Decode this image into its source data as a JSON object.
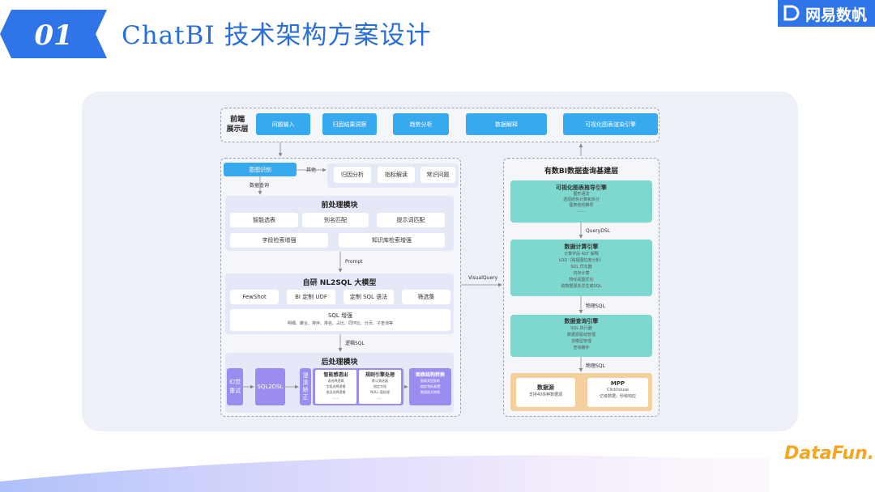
{
  "header": {
    "number": "01",
    "title": "ChatBI 技术架构方案设计",
    "brand": "网易数帆"
  },
  "frontend": {
    "label": "前端\n展示层",
    "buttons": [
      "问题输入",
      "归因结果洞察",
      "趋势分析",
      "数据解释",
      "可视化图表渲染引擎"
    ]
  },
  "intent": {
    "label": "意图识别",
    "other_label": "其他",
    "other_items": [
      "归因分析",
      "指标解读",
      "常识问题"
    ],
    "data_query_label": "数据查询"
  },
  "preprocess": {
    "title": "前处理模块",
    "row1": [
      "智能选表",
      "别名匹配",
      "提示词匹配"
    ],
    "row2": [
      "字段检索增强",
      "知识库检索增强"
    ],
    "prompt_label": "Prompt"
  },
  "model": {
    "title": "自研 NL2SQL 大模型",
    "row": [
      "FewShot",
      "BI 定制 UDF",
      "定制 SQL 语法",
      "筛选集"
    ],
    "sql_enh_title": "SQL 增强",
    "sql_enh_detail": "明细、聚合、排序、排名、占比、同环比、分页、子查询等",
    "logic_sql_label": "逻辑SQL"
  },
  "postprocess": {
    "title": "后处理模块",
    "hallucination": "幻觉\n重试",
    "sql2dsl": "SQL2DSL",
    "clarify": "澄\n清\n矫\n正",
    "smart_fill": {
      "title": "智能感透出",
      "lines": [
        "表选择逻辑",
        "字段选择逻辑",
        "成员选择逻辑",
        "......"
      ]
    },
    "rule_engine": {
      "title": "规则引擎处理",
      "lines": [
        "默认筛选器",
        "指定字段",
        "NULL 值处理",
        "......"
      ]
    },
    "chart_convert": {
      "title": "图表结构转换",
      "lines": [
        "图表类型推断",
        "维度/指标配置",
        "数据格式转换"
      ]
    }
  },
  "visual_query_label": "VisualQuery",
  "bi_layer": {
    "title": "有数BI数据查询基建层",
    "viz_engine": {
      "title": "可视化图表推导引擎",
      "lines": [
        "图形语法",
        "透视结构计算和拆分",
        "图表结构推导",
        "......"
      ]
    },
    "query_dsl_label": "QueryDSL",
    "compute_engine": {
      "title": "数据计算引擎",
      "lines": [
        "计算字段 AST 解释",
        "LOD（跨视图粒度分析）",
        "SQL 优化器",
        "内存计算",
        "物化视图优化",
        "跨数据源多异生成SQL"
      ]
    },
    "physical_sql_label_1": "物理SQL",
    "query_engine": {
      "title": "数据查询引擎",
      "lines": [
        "SQL 执行器",
        "数据源驱动管理",
        "流模型管理",
        "查询缓存"
      ]
    },
    "physical_sql_label_2": "物理SQL",
    "datasource": {
      "title": "数据源",
      "detail": "支持40多种数据源"
    },
    "mpp": {
      "title": "MPP",
      "lines": [
        "Clickhouse",
        "亿级数据，秒级响应"
      ]
    }
  },
  "footer": {
    "brand": "DataFun."
  },
  "colors": {
    "accent": "#2a6fd6",
    "front_btn": "#36a9ef",
    "teal": "#7fd8d0",
    "purple": "#9b8df0",
    "datafun": "#f5a623"
  }
}
